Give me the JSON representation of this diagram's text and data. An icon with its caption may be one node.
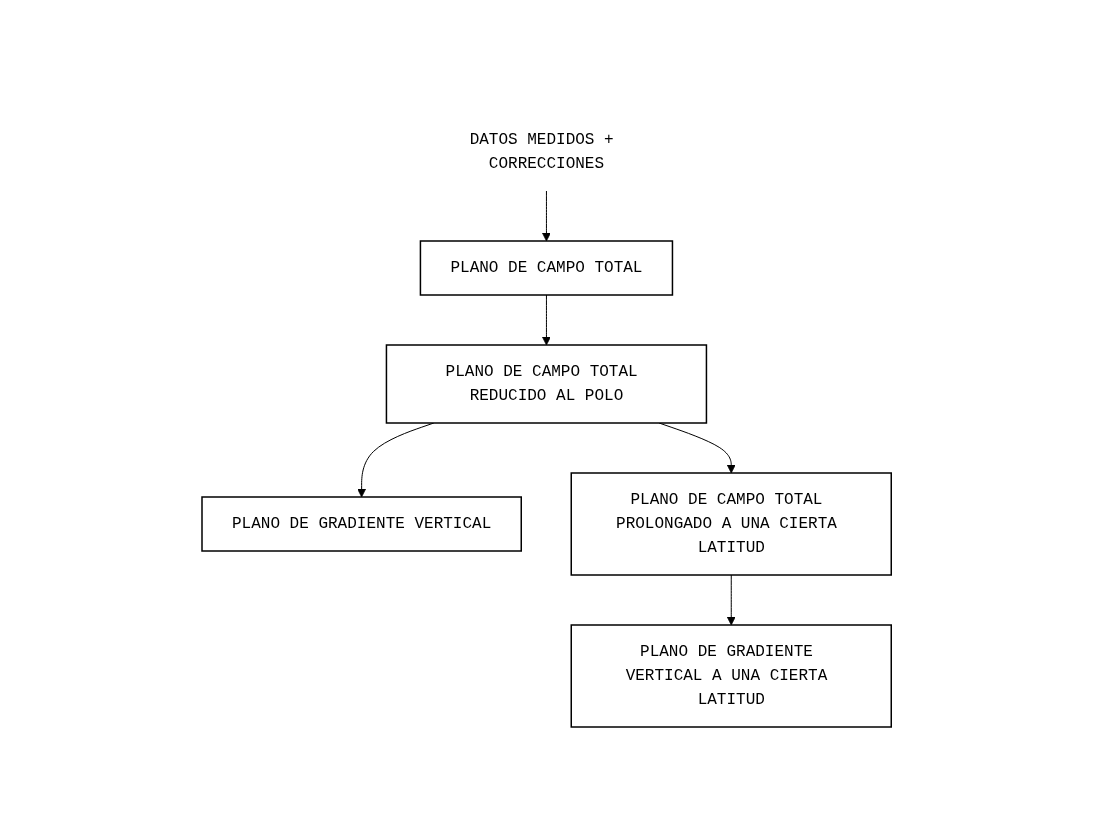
{
  "diagram": {
    "nodes": [
      {
        "text": [
          "DATOS MEDIDOS + CORRECCIONES"
        ]
      },
      {
        "text": [
          "PLANO DE CAMPO TOTAL"
        ]
      },
      {
        "text": [
          "PLANO DE CAMPO TOTAL REDUCIDO AL POLO"
        ]
      },
      {
        "text": [
          "PLANO DE GRADIENTE VERTICAL"
        ]
      },
      {
        "text": [
          "PLANO DE CAMPO TOTAL PROLONGADO A UNA CIERTA LATITUD"
        ]
      },
      {
        "text": [
          "PLANO DE GRADIENTE VERTICAL A UNA CIERTA LATITUD"
        ]
      }
    ],
    "edges": [
      {
        "from": 0,
        "to": 1,
        "arrow": "to"
      },
      {
        "from": 1,
        "to": 2,
        "arrow": "to"
      },
      {
        "from": 2,
        "to": 3,
        "arrow": "to"
      },
      {
        "from": 2,
        "to": 4,
        "arrow": "to"
      },
      {
        "from": 4,
        "to": 5,
        "arrow": "to"
      }
    ]
  }
}
